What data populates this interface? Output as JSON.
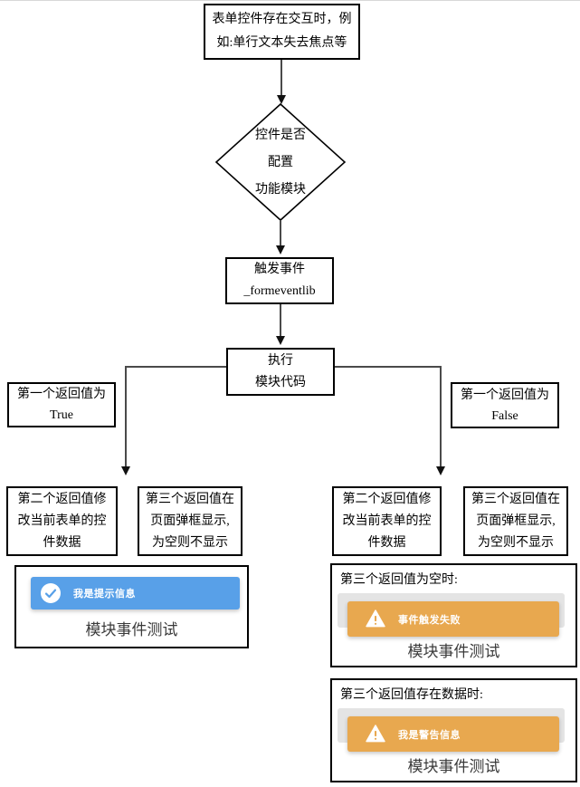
{
  "diagram": {
    "start": "表单控件存在交互时，例如:单行文本失去焦点等",
    "decision": "控件是否\n配置\n功能模块",
    "trigger_event": "触发事件\n_formeventlib",
    "execute": "执行\n模块代码",
    "return_true": "第一个返回值为\nTrue",
    "return_false": "第一个返回值为\nFalse",
    "second_return_note": "第二个返回值修改当前表单的控件数据",
    "third_return_note": "第三个返回值在页面弹框显示,为空则不显示"
  },
  "panels": {
    "info": {
      "toast_text": "我是提示信息",
      "caption": "模块事件测试",
      "icon": "check-circle",
      "toast_color": "#58A0E8"
    },
    "warn_empty": {
      "label": "第三个返回值为空时:",
      "toast_text": "事件触发失败",
      "caption": "模块事件测试",
      "icon": "warning-triangle",
      "toast_color": "#E8A84F"
    },
    "warn_data": {
      "label": "第三个返回值存在数据时:",
      "toast_text": "我是警告信息",
      "caption": "模块事件测试",
      "icon": "warning-triangle",
      "toast_color": "#E8A84F"
    }
  },
  "colors": {
    "toast_info_bg": "#58A0E8",
    "toast_warn_bg": "#E8A84F",
    "arrow": "#4a4a4a",
    "caption_text": "#3a3a3a"
  }
}
